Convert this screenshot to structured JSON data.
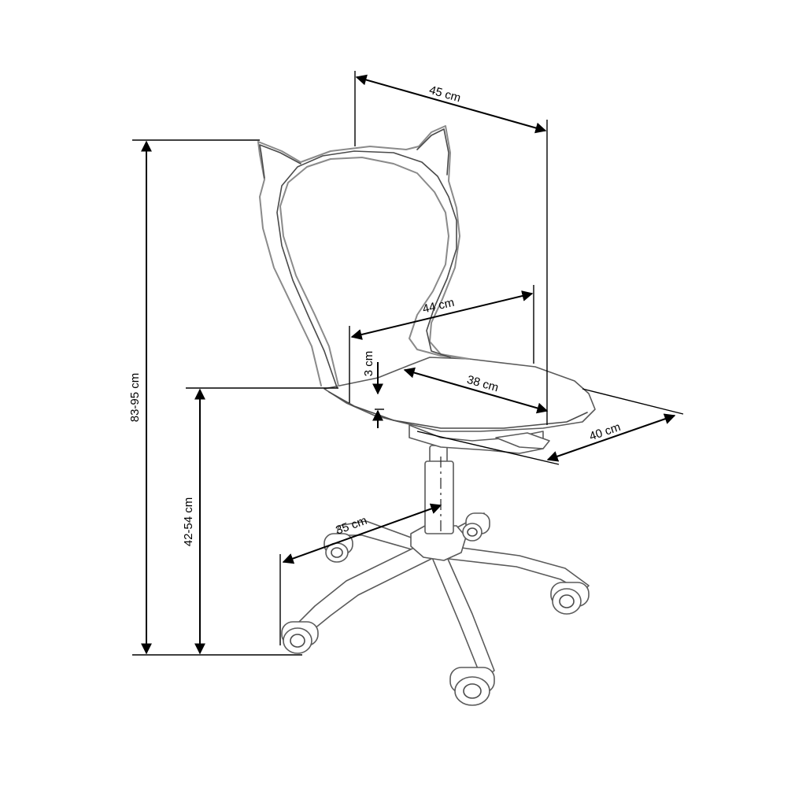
{
  "dimensions": {
    "total_height": "83-95 cm",
    "seat_height": "42-54 cm",
    "backrest_width": "45 cm",
    "seat_width": "44 cm",
    "seat_depth": "38 cm",
    "seat_thickness": "3 cm",
    "base_depth": "40 cm",
    "base_radius": "35 cm"
  },
  "colors": {
    "outline": "#8a8a8a",
    "dimension_lines": "#000000"
  }
}
